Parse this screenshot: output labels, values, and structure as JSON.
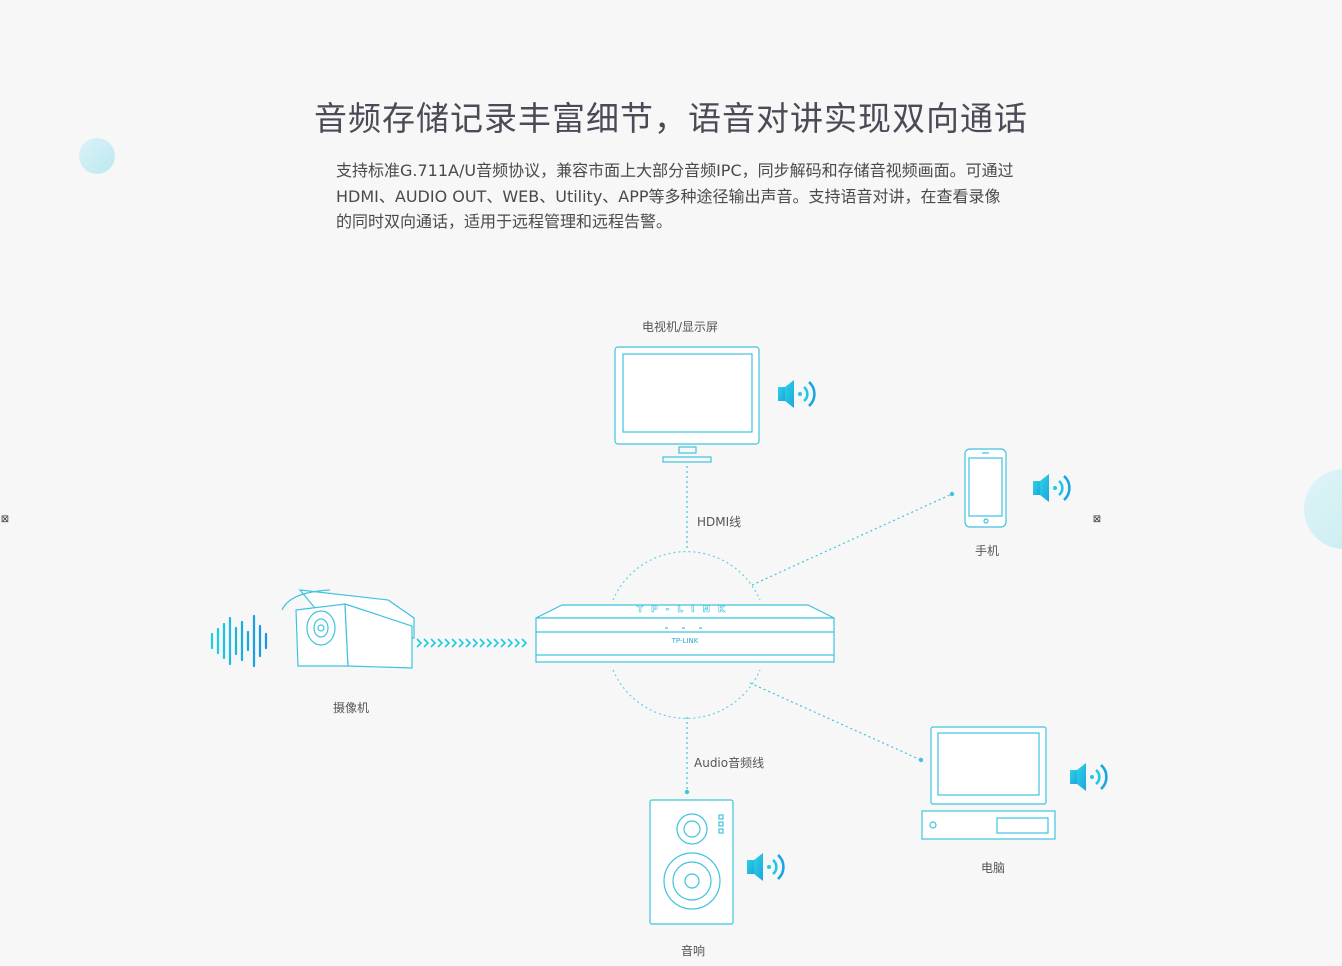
{
  "heading": "音频存储记录丰富细节，语音对讲实现双向通话",
  "description": "支持标准G.711A/U音频协议，兼容市面上大部分音频IPC，同步解码和存储音视频画面。可通过HDMI、AUDIO OUT、WEB、Utility、APP等多种途径输出声音。支持语音对讲，在查看录像的同时双向通话，适用于远程管理和远程告警。",
  "diagram": {
    "devices": {
      "tv": "电视机/显示屏",
      "phone": "手机",
      "camera": "摄像机",
      "speaker": "音响",
      "computer": "电脑"
    },
    "connections": {
      "hdmi": "HDMI线",
      "audio": "Audio音频线"
    },
    "nvr": {
      "brand": "TP-LINK",
      "top_brand": "TP-LINK"
    }
  },
  "nav": {
    "prev": "⊠",
    "next": "⊠"
  },
  "colors": {
    "accent": "#1ecbe0",
    "line": "#5fd3e6",
    "heading": "#4b4b57",
    "text": "#4a4a4a"
  }
}
